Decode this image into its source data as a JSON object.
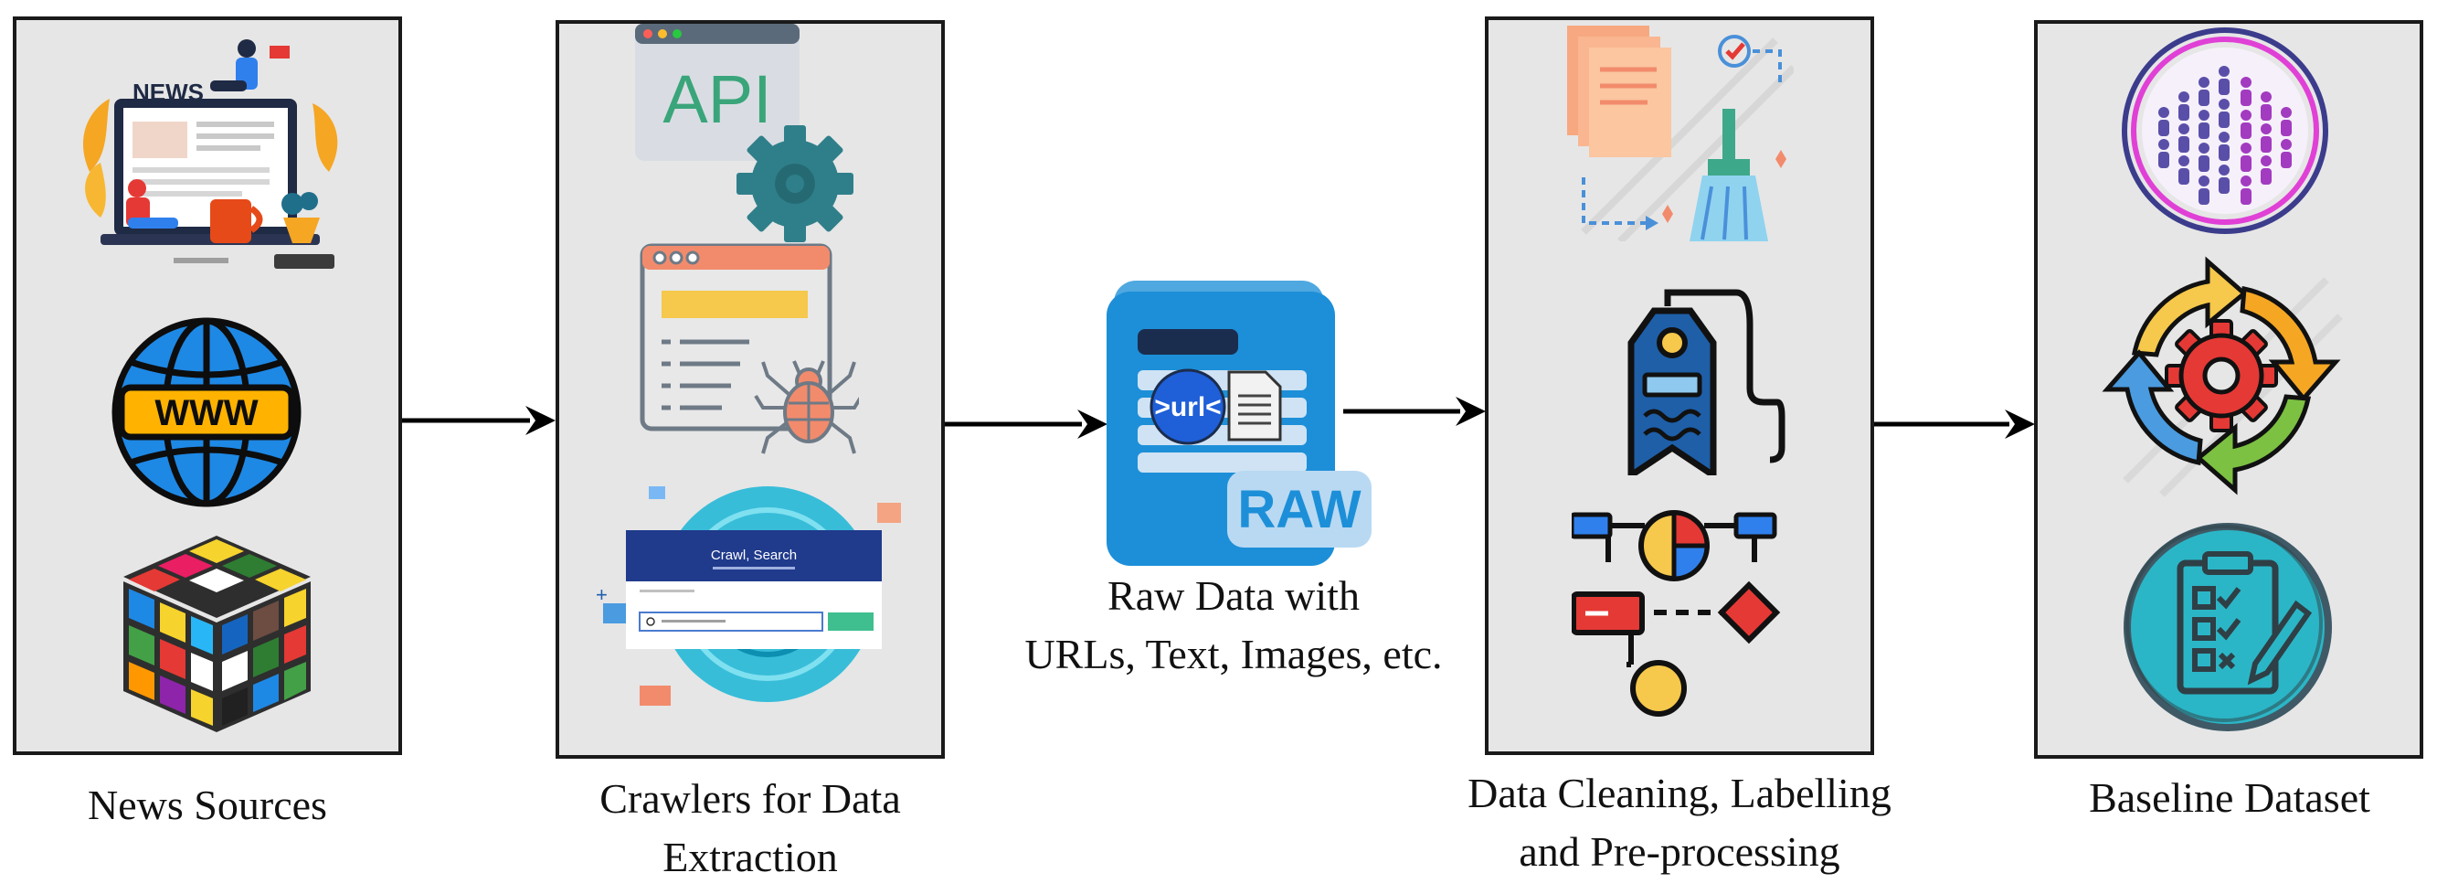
{
  "stages": [
    {
      "id": "news-sources",
      "label_lines": [
        "News Sources"
      ]
    },
    {
      "id": "crawlers",
      "label_lines": [
        "Crawlers for Data",
        "Extraction"
      ]
    },
    {
      "id": "raw-data",
      "label_lines": [
        "Raw Data with",
        "URLs, Text, Images, etc."
      ]
    },
    {
      "id": "cleaning",
      "label_lines": [
        "Data Cleaning, Labelling",
        "and Pre-processing"
      ]
    },
    {
      "id": "baseline",
      "label_lines": [
        "Baseline Dataset"
      ]
    }
  ],
  "icon_text": {
    "news": "NEWS",
    "www": "WWW",
    "api": "API",
    "url": ">url<",
    "raw": "RAW",
    "crawl_search": "Crawl, Search"
  },
  "colors": {
    "panel_bg": "#e6e6e6",
    "panel_border": "#1a1a1a",
    "arrow": "#000000",
    "api_green": "#3aa57a",
    "globe_blue": "#1e88e5",
    "raw_blue": "#1e90d6"
  }
}
